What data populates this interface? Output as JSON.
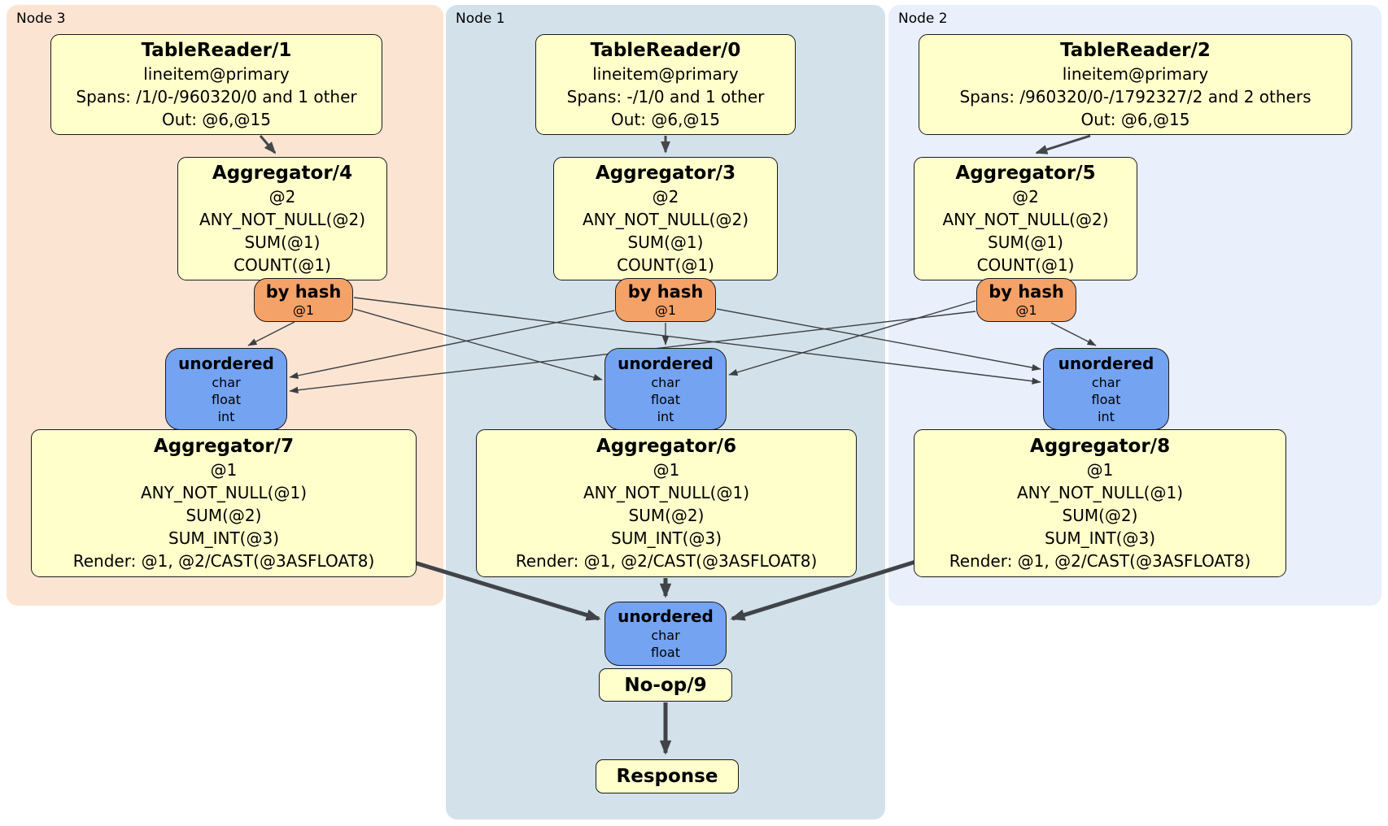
{
  "panels": {
    "node3": {
      "label": "Node 3"
    },
    "node1": {
      "label": "Node 1"
    },
    "node2": {
      "label": "Node 2"
    }
  },
  "boxes": {
    "tr1": {
      "title": "TableReader/1",
      "lines": [
        "lineitem@primary",
        "Spans: /1/0-/960320/0 and 1 other",
        "Out: @6,@15"
      ]
    },
    "tr0": {
      "title": "TableReader/0",
      "lines": [
        "lineitem@primary",
        "Spans: -/1/0 and 1 other",
        "Out: @6,@15"
      ]
    },
    "tr2": {
      "title": "TableReader/2",
      "lines": [
        "lineitem@primary",
        "Spans: /960320/0-/1792327/2 and 2 others",
        "Out: @6,@15"
      ]
    },
    "agg4": {
      "title": "Aggregator/4",
      "lines": [
        "@2",
        "ANY_NOT_NULL(@2)",
        "SUM(@1)",
        "COUNT(@1)"
      ]
    },
    "agg3": {
      "title": "Aggregator/3",
      "lines": [
        "@2",
        "ANY_NOT_NULL(@2)",
        "SUM(@1)",
        "COUNT(@1)"
      ]
    },
    "agg5": {
      "title": "Aggregator/5",
      "lines": [
        "@2",
        "ANY_NOT_NULL(@2)",
        "SUM(@1)",
        "COUNT(@1)"
      ]
    },
    "byhash1": {
      "title": "by hash",
      "lines": [
        "@1"
      ]
    },
    "byhash2": {
      "title": "by hash",
      "lines": [
        "@1"
      ]
    },
    "byhash3": {
      "title": "by hash",
      "lines": [
        "@1"
      ]
    },
    "router1": {
      "title": "unordered",
      "lines": [
        "char",
        "float",
        "int"
      ]
    },
    "router2": {
      "title": "unordered",
      "lines": [
        "char",
        "float",
        "int"
      ]
    },
    "router3": {
      "title": "unordered",
      "lines": [
        "char",
        "float",
        "int"
      ]
    },
    "agg7": {
      "title": "Aggregator/7",
      "lines": [
        "@1",
        "ANY_NOT_NULL(@1)",
        "SUM(@2)",
        "SUM_INT(@3)",
        "Render: @1, @2/CAST(@3ASFLOAT8)"
      ]
    },
    "agg6": {
      "title": "Aggregator/6",
      "lines": [
        "@1",
        "ANY_NOT_NULL(@1)",
        "SUM(@2)",
        "SUM_INT(@3)",
        "Render: @1, @2/CAST(@3ASFLOAT8)"
      ]
    },
    "agg8": {
      "title": "Aggregator/8",
      "lines": [
        "@1",
        "ANY_NOT_NULL(@1)",
        "SUM(@2)",
        "SUM_INT(@3)",
        "Render: @1, @2/CAST(@3ASFLOAT8)"
      ]
    },
    "router4": {
      "title": "unordered",
      "lines": [
        "char",
        "float"
      ]
    },
    "noop": {
      "title": "No-op/9"
    },
    "response": {
      "title": "Response"
    }
  },
  "colors": {
    "panel_node3_bg": "#fce4d3",
    "panel_node1_bg": "#d3e1ea",
    "panel_node2_bg": "#e9effb",
    "processor_bg": "#ffffcc",
    "hash_router_bg": "#f5a268",
    "stream_router_bg": "#74a3f2",
    "edge": "#3c3f42"
  }
}
